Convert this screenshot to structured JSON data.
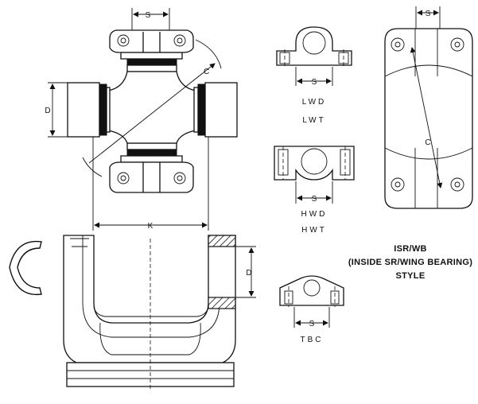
{
  "labels": {
    "s": "S",
    "c": "C",
    "d": "D",
    "k": "K"
  },
  "styles": {
    "lwd": "LWD",
    "lwt": "LWT",
    "hwd": "HWD",
    "hwt": "HWT",
    "tbc": "TBC"
  },
  "isr": {
    "line1": "ISR/WB",
    "line2": "(INSIDE SR/WING BEARING)",
    "line3": "STYLE"
  }
}
